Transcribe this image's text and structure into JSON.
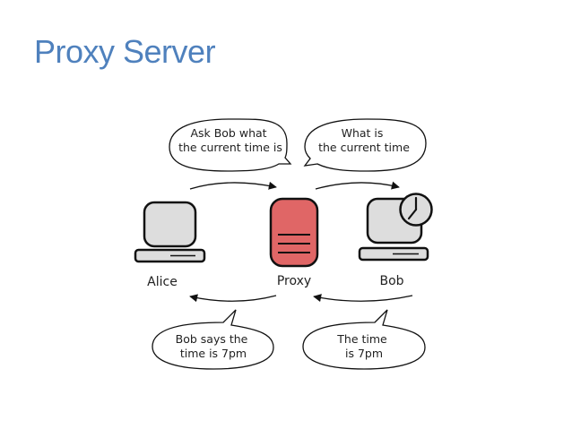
{
  "title": "Proxy Server",
  "nodes": {
    "alice": "Alice",
    "proxy": "Proxy",
    "bob": "Bob"
  },
  "bubbles": {
    "alice_request": [
      "Ask Bob what",
      "the current time is"
    ],
    "proxy_request": [
      "What is",
      "the current time"
    ],
    "proxy_response": [
      "Bob says the",
      "time is 7pm"
    ],
    "bob_response": [
      "The time",
      "is 7pm"
    ]
  },
  "colors": {
    "title": "#4f81bd",
    "proxy_fill": "#e06666",
    "device_fill": "#dddddd",
    "outline": "#111111"
  },
  "icons": {
    "alice": "computer-icon",
    "proxy": "server-icon",
    "bob": "computer-with-clock-icon"
  }
}
